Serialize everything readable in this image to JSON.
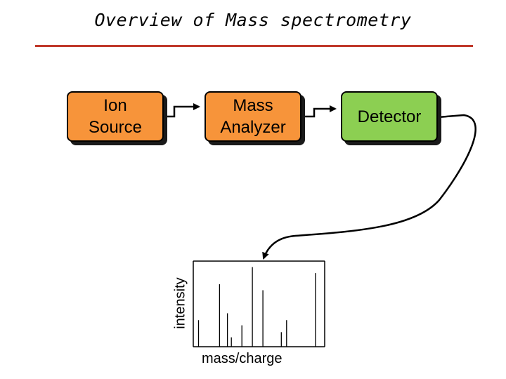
{
  "title": "Overview of Mass spectrometry",
  "colors": {
    "title_rule": "#c0392b",
    "ion_source": "#f7943a",
    "mass_analyzer": "#f7943a",
    "detector": "#8ccf52",
    "line": "#000000"
  },
  "boxes": {
    "ion_source": "Ion\nSource",
    "mass_analyzer": "Mass\nAnalyzer",
    "detector": "Detector"
  },
  "chart_data": {
    "type": "bar",
    "xlabel": "mass/charge",
    "ylabel": "intensity",
    "ylim": [
      0,
      1
    ],
    "peaks": [
      {
        "x": 0.04,
        "y": 0.31
      },
      {
        "x": 0.2,
        "y": 0.73
      },
      {
        "x": 0.26,
        "y": 0.39
      },
      {
        "x": 0.29,
        "y": 0.11
      },
      {
        "x": 0.37,
        "y": 0.25
      },
      {
        "x": 0.45,
        "y": 0.93
      },
      {
        "x": 0.53,
        "y": 0.66
      },
      {
        "x": 0.67,
        "y": 0.17
      },
      {
        "x": 0.71,
        "y": 0.31
      },
      {
        "x": 0.93,
        "y": 0.86
      }
    ]
  }
}
